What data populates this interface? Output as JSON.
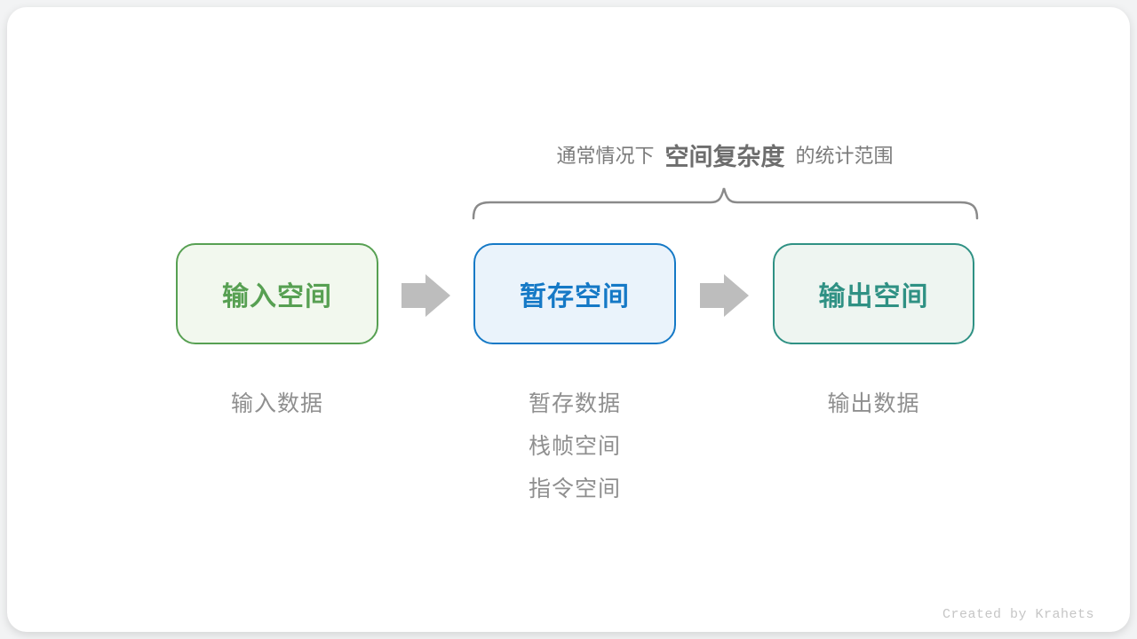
{
  "annotation": {
    "prefix": "通常情况下",
    "highlight": "空间复杂度",
    "suffix": "的统计范围"
  },
  "nodes": [
    {
      "id": "input-space",
      "label": "输入空间",
      "border_color": "#57a052",
      "bg_color": "#f2f8ee",
      "text_color": "#57a052"
    },
    {
      "id": "temp-space",
      "label": "暂存空间",
      "border_color": "#1579c6",
      "bg_color": "#eaf3fb",
      "text_color": "#1579c6"
    },
    {
      "id": "output-space",
      "label": "输出空间",
      "border_color": "#2f9184",
      "bg_color": "#eef5f1",
      "text_color": "#2f9184"
    }
  ],
  "sub_labels": {
    "input": [
      "输入数据"
    ],
    "temp": [
      "暂存数据",
      "栈帧空间",
      "指令空间"
    ],
    "output": [
      "输出数据"
    ]
  },
  "icons": {
    "arrow_1": "right-block-arrow",
    "arrow_2": "right-block-arrow",
    "brace": "top-curly-brace"
  },
  "colors": {
    "arrow": "#bdbdbd",
    "brace": "#8a8a8a",
    "annotation_text": "#7a7a7a",
    "sub_label_text": "#8f8f8f",
    "credit_text": "#c6c6c6",
    "card_bg": "#ffffff"
  },
  "credit": "Created by Krahets"
}
